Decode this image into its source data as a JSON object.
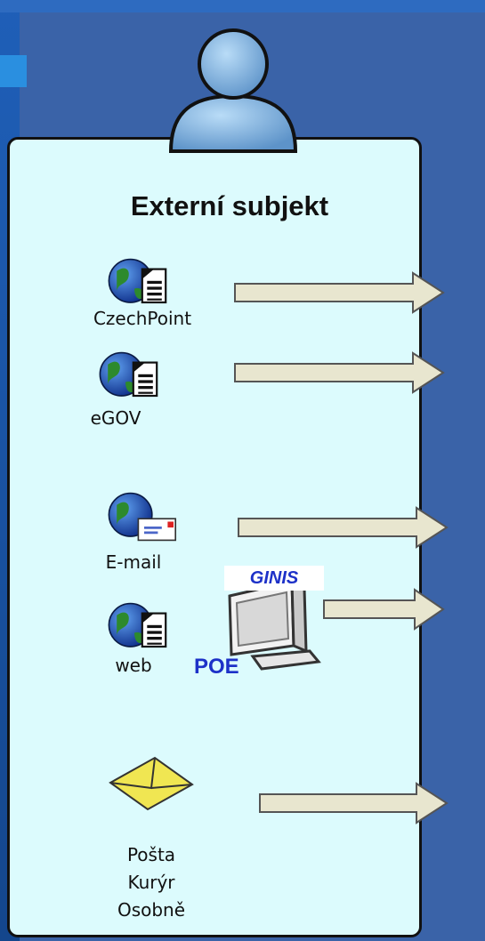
{
  "title": "Externí subjekt",
  "channels": [
    {
      "label": "CzechPoint",
      "icon": "globe-document-icon"
    },
    {
      "label": "eGOV",
      "icon": "globe-document-icon"
    },
    {
      "label": "E-mail",
      "icon": "globe-envelope-icon"
    },
    {
      "label": "web",
      "icon": "globe-document-icon"
    }
  ],
  "ginis": {
    "label": "GINIS",
    "sublabel": "POE"
  },
  "physical": {
    "lines": [
      "Pošta",
      "Kurýr",
      "Osobně"
    ],
    "icon": "envelope-icon"
  },
  "colors": {
    "panel": "#dcfbfd",
    "background": "#3a63a8",
    "arrow": "#e8e6cf",
    "link_text": "#1d31c8"
  }
}
